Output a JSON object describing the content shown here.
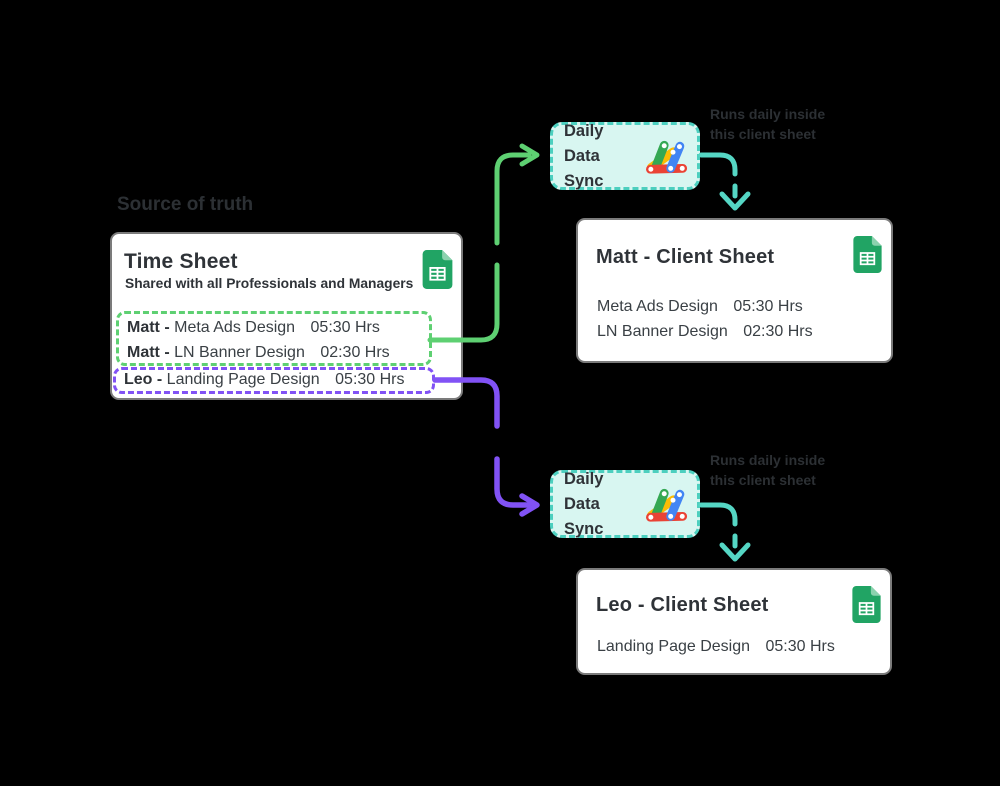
{
  "colors": {
    "background": "#000000",
    "card_border": "#7b7b7b",
    "green_accent": "#5ed072",
    "purple_accent": "#8152f5",
    "teal_accent": "#55d6c4",
    "sync_box_bg": "#d8f6f1",
    "sync_box_border": "#4ccfbf",
    "sheets_green": "#21a464",
    "sheets_fold": "#8bd2ae",
    "google_red": "#ea4335",
    "google_yellow": "#fbbc05",
    "google_green": "#34a853",
    "google_blue": "#4285f4",
    "text_dark": "#2f3338",
    "text_row": "#3a4045",
    "dim_label_text": "#2c3034"
  },
  "icons": {
    "sheets": "sheets-icon",
    "apps_script": "apps-script-icon",
    "arrow_down": "chevron-down-arrow-icon"
  },
  "labels": {
    "source_of_truth": "Source of truth"
  },
  "timesheet": {
    "title": "Time Sheet",
    "subtitle": "Shared with all Professionals and Managers",
    "matt_group": [
      {
        "name": "Matt -",
        "task": "Meta Ads Design",
        "hours": "05:30 Hrs"
      },
      {
        "name": "Matt -",
        "task": "LN Banner Design",
        "hours": "02:30 Hrs"
      }
    ],
    "leo_group": [
      {
        "name": "Leo -",
        "task": "Landing Page Design",
        "hours": "05:30 Hrs"
      }
    ]
  },
  "sync_top": {
    "line1": "Daily Data",
    "line2": "Sync",
    "note1": "Runs daily inside",
    "note2": "this client sheet"
  },
  "sync_bottom": {
    "line1": "Daily Data",
    "line2": "Sync",
    "note1": "Runs daily inside",
    "note2": "this client sheet"
  },
  "matt_sheet": {
    "title": "Matt - Client Sheet",
    "rows": [
      {
        "task": "Meta Ads Design",
        "hours": "05:30 Hrs"
      },
      {
        "task": "LN Banner Design",
        "hours": "02:30 Hrs"
      }
    ]
  },
  "leo_sheet": {
    "title": "Leo - Client Sheet",
    "rows": [
      {
        "task": "Landing Page Design",
        "hours": "05:30 Hrs"
      }
    ]
  }
}
